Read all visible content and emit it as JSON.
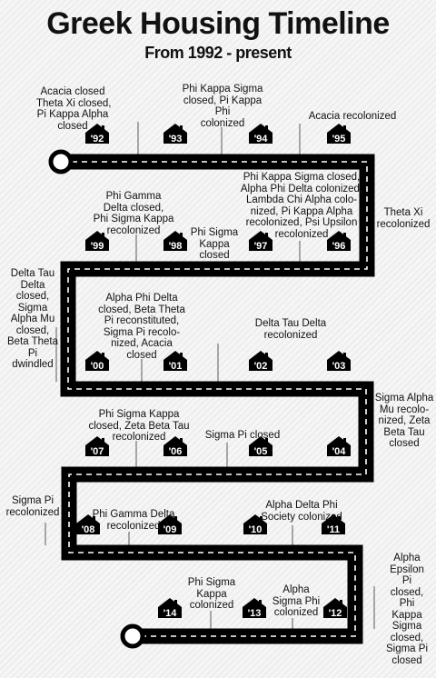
{
  "header": {
    "title": "Greek Housing Timeline",
    "subtitle": "From 1992 - present"
  },
  "colors": {
    "road": "#000000",
    "dash": "#ffffff",
    "background": "#f2f2f2"
  },
  "houses": [
    {
      "year": "'92",
      "icon": "house-icon"
    },
    {
      "year": "'93",
      "icon": "house-icon"
    },
    {
      "year": "'94",
      "icon": "house-icon"
    },
    {
      "year": "'95",
      "icon": "house-icon"
    },
    {
      "year": "'96",
      "icon": "house-icon"
    },
    {
      "year": "'97",
      "icon": "house-icon"
    },
    {
      "year": "'98",
      "icon": "house-icon"
    },
    {
      "year": "'99",
      "icon": "house-icon"
    },
    {
      "year": "'00",
      "icon": "house-icon"
    },
    {
      "year": "'01",
      "icon": "house-icon"
    },
    {
      "year": "'02",
      "icon": "house-icon"
    },
    {
      "year": "'03",
      "icon": "house-icon"
    },
    {
      "year": "'04",
      "icon": "house-icon"
    },
    {
      "year": "'05",
      "icon": "house-icon"
    },
    {
      "year": "'06",
      "icon": "house-icon"
    },
    {
      "year": "'07",
      "icon": "house-icon"
    },
    {
      "year": "'08",
      "icon": "house-icon"
    },
    {
      "year": "'09",
      "icon": "house-icon"
    },
    {
      "year": "'10",
      "icon": "house-icon"
    },
    {
      "year": "'11",
      "icon": "house-icon"
    },
    {
      "year": "'12",
      "icon": "house-icon"
    },
    {
      "year": "'13",
      "icon": "house-icon"
    },
    {
      "year": "'14",
      "icon": "house-icon"
    }
  ],
  "events": {
    "e92": "Acacia closed\nTheta Xi closed,\nPi Kappa Alpha\nclosed",
    "e93": "Phi Kappa Sigma\nclosed, Pi Kappa\nPhi\ncolonized",
    "e95": "Acacia recolonized",
    "e96": "Phi Kappa Sigma closed,\nAlpha Phi Delta colonized,\nLambda Chi Alpha colo-\nnized, Pi Kappa Alpha\nrecolonized, Psi Upsilon\nrecolonized",
    "e96b": "Theta Xi\nrecolonized",
    "e98": "Phi Sigma\nKappa\nclosed",
    "e99": "Phi Gamma\nDelta closed,\nPhi Sigma Kappa\nrecolonized",
    "e00": "Delta Tau\nDelta\nclosed,\nSigma\nAlpha Mu\nclosed,\nBeta Theta\nPi\ndwindled",
    "e01": "Alpha Phi Delta\nclosed, Beta Theta\nPi reconstituted,\nSigma Pi recolo-\nnized, Acacia\nclosed",
    "e02": "Delta Tau Delta\nrecolonized",
    "e04": "Sigma Alpha\nMu recolo-\nnized, Zeta\nBeta Tau\nclosed",
    "e05": "Sigma Pi closed",
    "e07": "Phi Sigma Kappa\nclosed, Zeta Beta Tau\nrecolonized",
    "e08": "Sigma Pi\nrecolonized",
    "e09": "Phi Gamma Delta\nrecolonized",
    "e10": "Alpha Delta Phi\nSociety colonized",
    "e12": "Alpha\nEpsilon\nPi\nclosed,\nPhi\nKappa\nSigma\nclosed,\nSigma Pi\nclosed",
    "e13": "Alpha\nSigma Phi\ncolonized",
    "e14": "Phi Sigma\nKappa\ncolonized"
  }
}
